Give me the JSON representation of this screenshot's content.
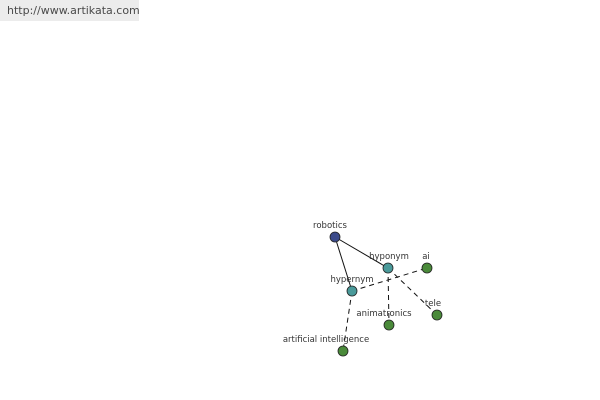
{
  "site_url": "http://www.artikata.com",
  "colors": {
    "root": "#3b4a8a",
    "relation": "#4a9a9a",
    "term": "#4a8a3a"
  },
  "graph": {
    "nodes": [
      {
        "id": "robotics",
        "label": "robotics",
        "kind": "root"
      },
      {
        "id": "hyponym",
        "label": "hyponym",
        "kind": "relation"
      },
      {
        "id": "hypernym",
        "label": "hypernym",
        "kind": "relation"
      },
      {
        "id": "ai",
        "label": "ai",
        "kind": "term"
      },
      {
        "id": "animatronics",
        "label": "animatronics",
        "kind": "term"
      },
      {
        "id": "tele",
        "label": "tele",
        "kind": "term"
      },
      {
        "id": "artificial_intelligence",
        "label": "artificial intelligence",
        "kind": "term"
      }
    ],
    "edges": [
      {
        "from": "robotics",
        "to": "hyponym",
        "style": "solid"
      },
      {
        "from": "robotics",
        "to": "hypernym",
        "style": "solid"
      },
      {
        "from": "hypernym",
        "to": "ai",
        "style": "dashed"
      },
      {
        "from": "hypernym",
        "to": "artificial_intelligence",
        "style": "dashed"
      },
      {
        "from": "hyponym",
        "to": "animatronics",
        "style": "dashed"
      },
      {
        "from": "hyponym",
        "to": "tele",
        "style": "dashed"
      }
    ]
  }
}
